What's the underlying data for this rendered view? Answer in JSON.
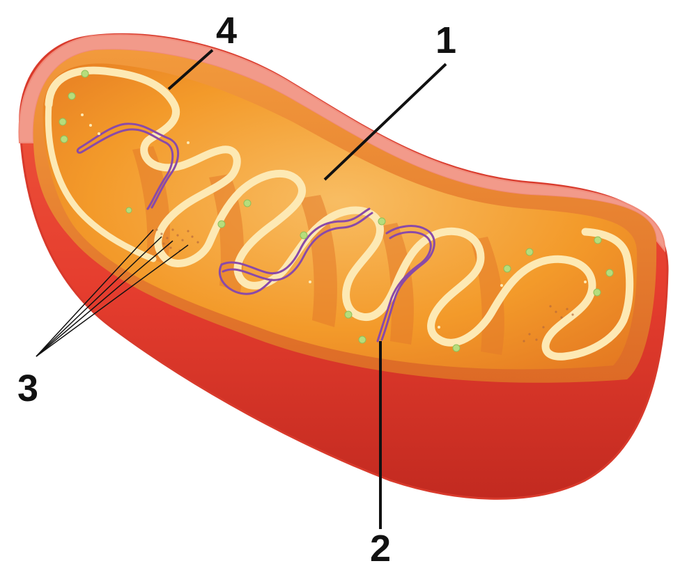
{
  "diagram": {
    "labels": [
      {
        "id": "label-1",
        "text": "1"
      },
      {
        "id": "label-2",
        "text": "2"
      },
      {
        "id": "label-3",
        "text": "3"
      },
      {
        "id": "label-4",
        "text": "4"
      }
    ]
  },
  "colors": {
    "outer_membrane": "#e53d2e",
    "outer_membrane_dark": "#c22a20",
    "rim": "#f08a7a",
    "matrix": "#f39a2a",
    "matrix_light": "#f7b45a",
    "intermembrane_space": "#e8762c",
    "inner_membrane": "#fde9b4",
    "dna": "#8a4aa8",
    "granule": "#a8d870",
    "pointer": "#111111"
  }
}
